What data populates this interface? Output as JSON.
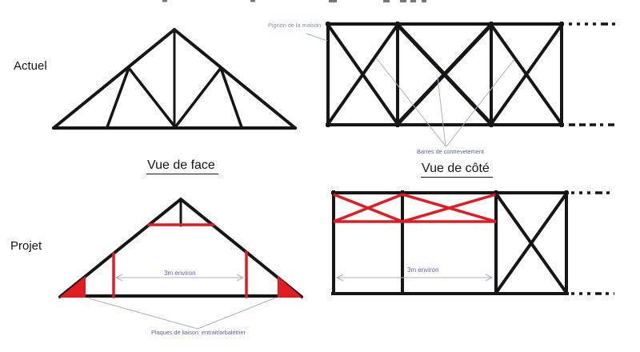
{
  "diagram": {
    "rows": [
      {
        "id": "actuel",
        "label": "Actuel"
      },
      {
        "id": "projet",
        "label": "Projet"
      }
    ],
    "captions": {
      "front": "Vue de face",
      "side": "Vue de côté"
    },
    "annotations": {
      "pignon": "Pignon de la maison",
      "barres": "Barres de contrevetement",
      "dim_front": "3m environ",
      "dim_side": "3m environ",
      "plaques": "Plaques de liaison  entrait/arbalétrier"
    }
  },
  "colors": {
    "ink": "#161616",
    "red": "#e21b23",
    "annotation_blue": "#6065aa",
    "annotation_muted": "#8a93b5",
    "leader": "#aab0c8"
  }
}
